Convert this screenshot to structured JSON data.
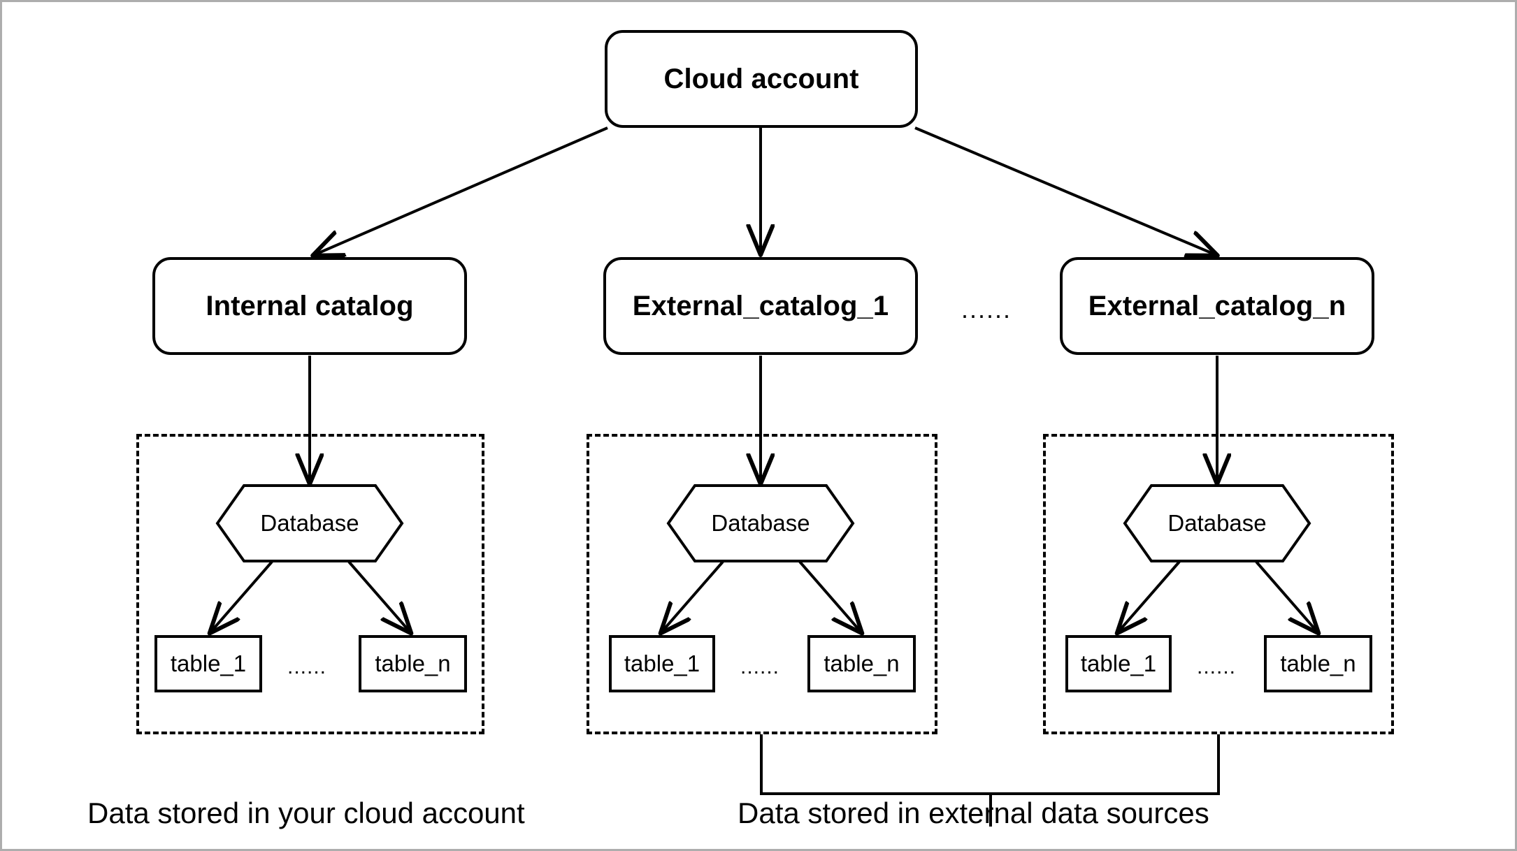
{
  "diagram": {
    "title": "Cloud account catalog hierarchy",
    "colors": {
      "stroke": "#000000",
      "background": "#ffffff",
      "frame_border": "#adadad"
    },
    "root": {
      "label": "Cloud account"
    },
    "catalogs": [
      {
        "label": "Internal catalog"
      },
      {
        "label": "External_catalog_1"
      },
      {
        "label": "External_catalog_n"
      }
    ],
    "catalog_ellipsis": "......",
    "groups": [
      {
        "database_label": "Database",
        "tables": [
          "table_1",
          "table_n"
        ],
        "table_ellipsis": "......"
      },
      {
        "database_label": "Database",
        "tables": [
          "table_1",
          "table_n"
        ],
        "table_ellipsis": "......"
      },
      {
        "database_label": "Database",
        "tables": [
          "table_1",
          "table_n"
        ],
        "table_ellipsis": "......"
      }
    ],
    "captions": {
      "internal": "Data stored in your cloud account",
      "external": "Data stored in external data sources"
    }
  }
}
